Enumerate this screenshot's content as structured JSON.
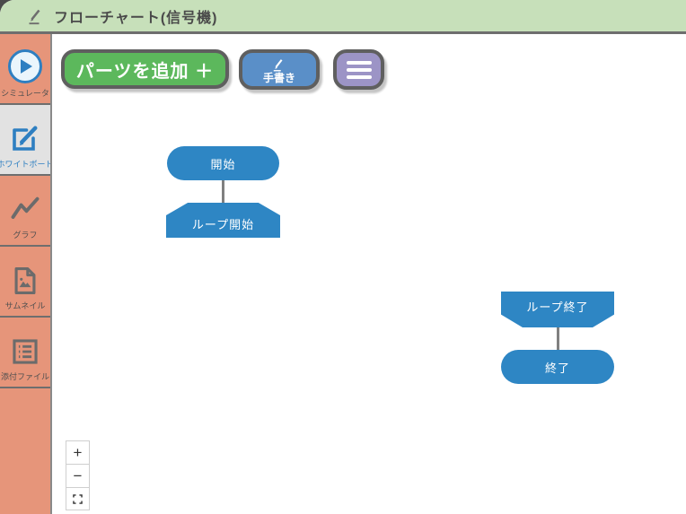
{
  "header": {
    "title": "フローチャート(信号機)"
  },
  "sidebar": {
    "items": [
      {
        "label": "シミュレータ",
        "icon": "play-icon",
        "selected": false
      },
      {
        "label": "ホワイトボード",
        "icon": "edit-square-icon",
        "selected": true
      },
      {
        "label": "グラフ",
        "icon": "line-chart-icon",
        "selected": false
      },
      {
        "label": "サムネイル",
        "icon": "thumbnail-image-icon",
        "selected": false
      },
      {
        "label": "添付ファイル",
        "icon": "attachment-list-icon",
        "selected": false
      }
    ]
  },
  "toolbar": {
    "add_parts_label": "パーツを追加 ＋",
    "handwriting_label": "手書き",
    "menu_icon": "hamburger-icon"
  },
  "flowchart": {
    "nodes": [
      {
        "id": "start",
        "type": "terminator",
        "label": "開始"
      },
      {
        "id": "loop-start",
        "type": "loop-start",
        "label": "ループ開始"
      },
      {
        "id": "loop-end",
        "type": "loop-end",
        "label": "ループ終了"
      },
      {
        "id": "end",
        "type": "terminator",
        "label": "終了"
      }
    ],
    "connections": [
      {
        "from": "start",
        "to": "loop-start"
      },
      {
        "from": "loop-end",
        "to": "end"
      }
    ]
  },
  "zoom_controls": {
    "zoom_in": "+",
    "zoom_out": "−",
    "fullscreen": "fullscreen-icon"
  },
  "colors": {
    "header_bg": "#c7e0ba",
    "sidebar_bg": "#e6957a",
    "selected_item_bg": "#e2e2e2",
    "accent_blue": "#2e7fc1",
    "node_blue": "#2e86c4",
    "button_green": "#5cb85c",
    "button_blue": "#5a8fc8",
    "button_purple": "#9c94c6",
    "border_gray": "#5f5f5f"
  }
}
